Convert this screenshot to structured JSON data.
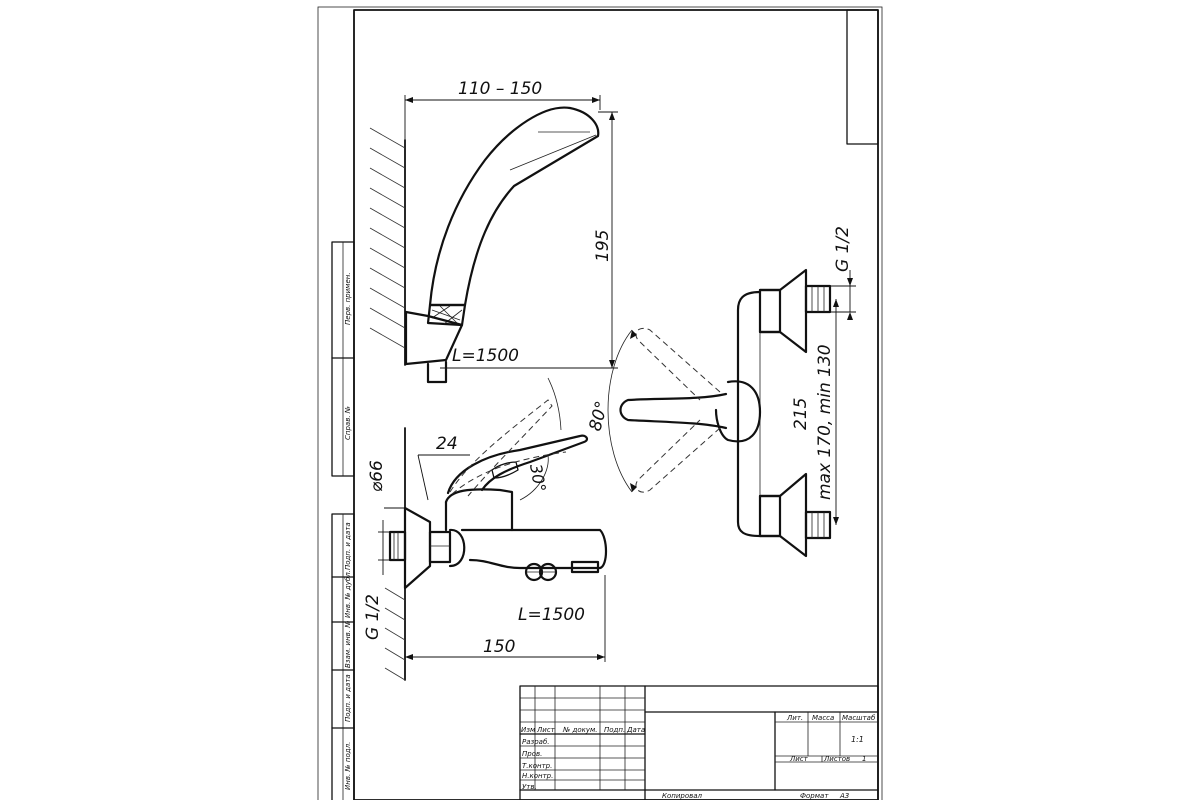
{
  "drawing": {
    "dimensions": {
      "head_width": "110 – 150",
      "shower_height": "195",
      "hose_length_top": "L=1500",
      "hose_length_bottom": "L=1500",
      "thread_right": "G 1/2",
      "thread_left": "G 1/2",
      "height": "215",
      "centers": "max 170, min 130",
      "lever_angle": "80°",
      "spout_angle": "30°",
      "offset": "24",
      "diameter": "⌀66",
      "depth": "150"
    },
    "side_stamp": {
      "cells": [
        "Перв. примен.",
        "Справ. №",
        "Подп. и дата",
        "Инв. № дубл.",
        "Взам. инв. №",
        "Подп. и дата",
        "Инв. № подл."
      ]
    },
    "title_block": {
      "headers": [
        "Изм",
        "Лист",
        "№ докум.",
        "Подп.",
        "Дата"
      ],
      "roles": [
        "Разраб.",
        "Пров.",
        "Т.контр.",
        "Н.контр.",
        "Утв."
      ],
      "lit_label": "Лит.",
      "mass_label": "Масса",
      "scale_label": "Масштаб",
      "scale_value": "1:1",
      "sheet_label": "Лист",
      "sheets_label": "Листов",
      "sheets_value": "1",
      "copied_label": "Копировал",
      "format_label": "Формат",
      "format_value": "А3"
    }
  }
}
